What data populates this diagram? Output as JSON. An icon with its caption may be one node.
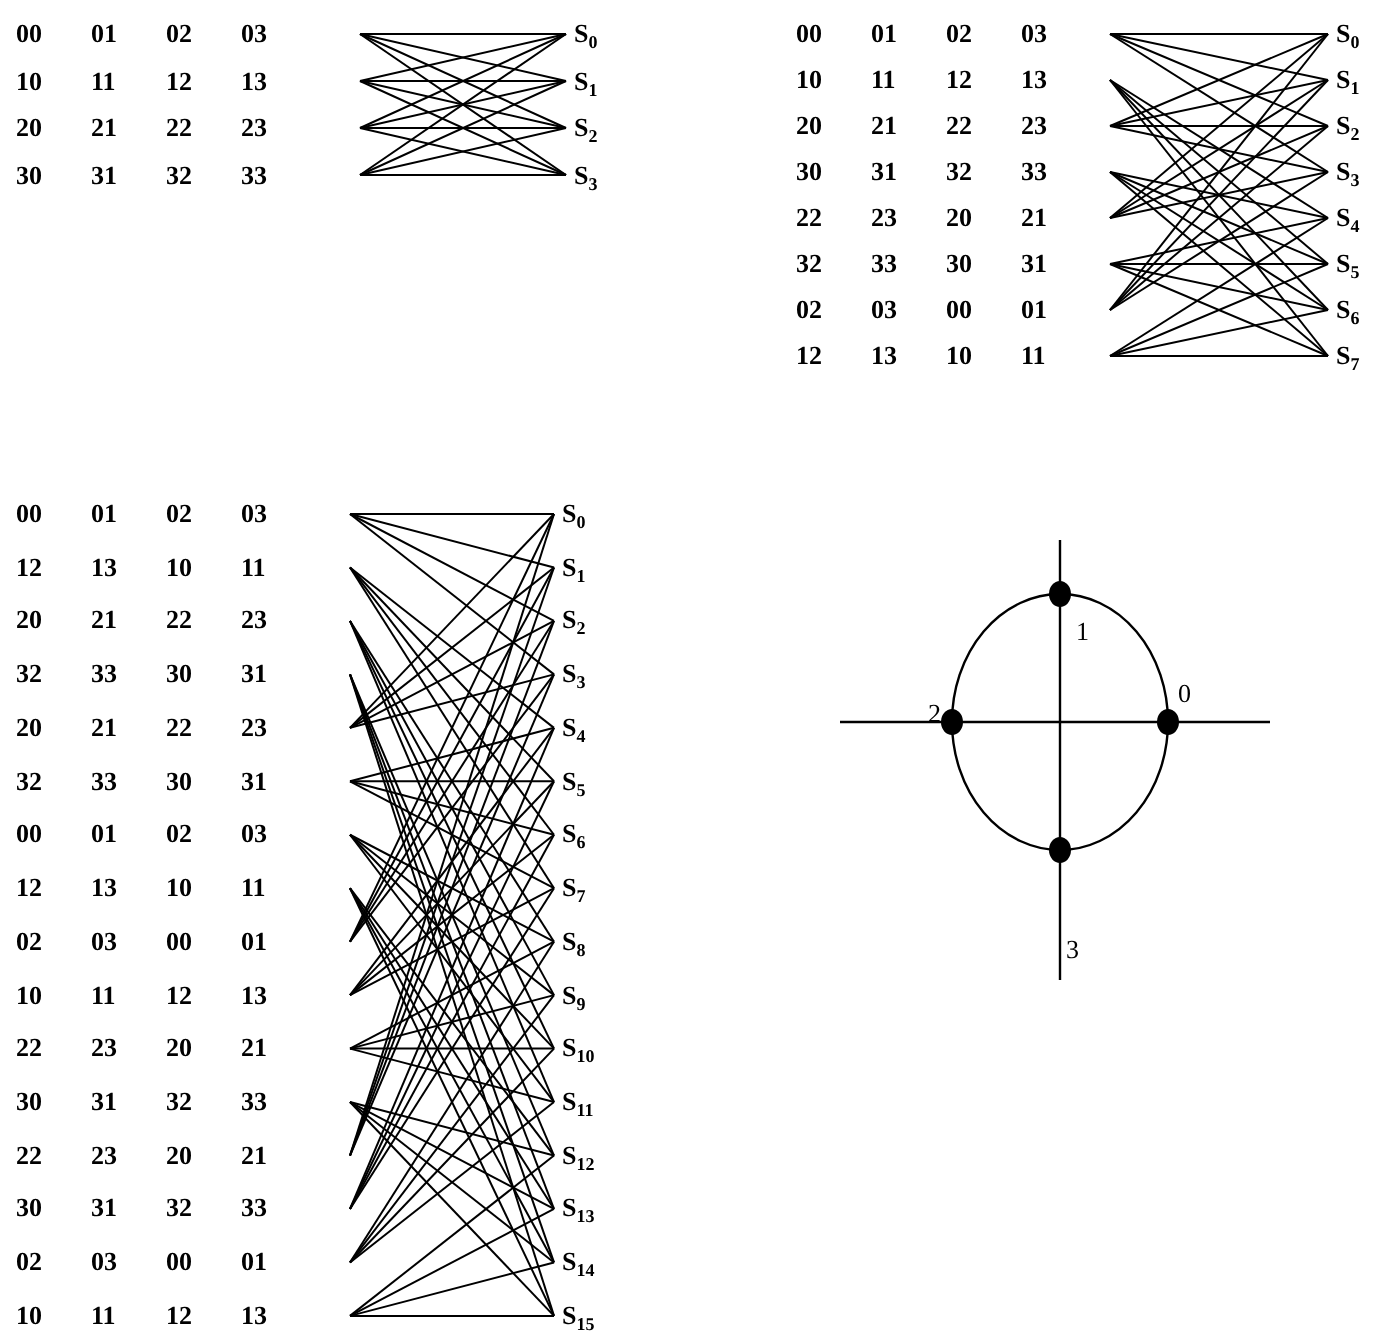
{
  "diagram": {
    "nodes": [
      {
        "text": [
          "00",
          "01",
          "02",
          "03"
        ]
      },
      {
        "text": [
          "10",
          "11",
          "12",
          "13"
        ]
      },
      {
        "text": [
          "20",
          "21",
          "22",
          "23"
        ]
      },
      {
        "text": [
          "30",
          "31",
          "32",
          "33"
        ]
      },
      {
        "text": [
          "S$_{0}$"
        ]
      },
      {
        "text": [
          "S$_{1}$"
        ]
      },
      {
        "text": [
          "S$_{2}$"
        ]
      },
      {
        "text": [
          "S$_{3}$"
        ]
      },
      {
        "text": [
          "00",
          "01",
          "02",
          "03"
        ]
      },
      {
        "text": [
          "10",
          "11",
          "12",
          "13"
        ]
      },
      {
        "text": [
          "20",
          "21",
          "22",
          "23"
        ]
      },
      {
        "text": [
          "30",
          "31",
          "32",
          "33"
        ]
      },
      {
        "text": [
          "22",
          "23",
          "20",
          "21"
        ]
      },
      {
        "text": [
          "32",
          "33",
          "30",
          "31"
        ]
      },
      {
        "text": [
          "02",
          "03",
          "00",
          "01"
        ]
      },
      {
        "text": [
          "12",
          "13",
          "10",
          "11"
        ]
      },
      {
        "text": [
          "S$_{0}$"
        ]
      },
      {
        "text": [
          "S$_{1}$"
        ]
      },
      {
        "text": [
          "S$_{2}$"
        ]
      },
      {
        "text": [
          "S$_{3}$"
        ]
      },
      {
        "text": [
          "S$_{4}$"
        ]
      },
      {
        "text": [
          "S$_{5}$"
        ]
      },
      {
        "text": [
          "S$_{6}$"
        ]
      },
      {
        "text": [
          "S$_{7}$"
        ]
      },
      {
        "text": [
          "00",
          "01",
          "02",
          "03"
        ]
      },
      {
        "text": [
          "12",
          "13",
          "10",
          "11"
        ]
      },
      {
        "text": [
          "20",
          "21",
          "22",
          "23"
        ]
      },
      {
        "text": [
          "32",
          "33",
          "30",
          "31"
        ]
      },
      {
        "text": [
          "20",
          "21",
          "22",
          "23"
        ]
      },
      {
        "text": [
          "32",
          "33",
          "30",
          "31"
        ]
      },
      {
        "text": [
          "00",
          "01",
          "02",
          "03"
        ]
      },
      {
        "text": [
          "12",
          "13",
          "10",
          "11"
        ]
      },
      {
        "text": [
          "02",
          "03",
          "00",
          "01"
        ]
      },
      {
        "text": [
          "10",
          "11",
          "12",
          "13"
        ]
      },
      {
        "text": [
          "22",
          "23",
          "20",
          "21"
        ]
      },
      {
        "text": [
          "30",
          "31",
          "32",
          "33"
        ]
      },
      {
        "text": [
          "22",
          "23",
          "20",
          "21"
        ]
      },
      {
        "text": [
          "30",
          "31",
          "32",
          "33"
        ]
      },
      {
        "text": [
          "02",
          "03",
          "00",
          "01"
        ]
      },
      {
        "text": [
          "10",
          "11",
          "12",
          "13"
        ]
      },
      {
        "text": [
          "S$_{0}$"
        ]
      },
      {
        "text": [
          "S$_{1}$"
        ]
      },
      {
        "text": [
          "S$_{2}$"
        ]
      },
      {
        "text": [
          "S$_{3}$"
        ]
      },
      {
        "text": [
          "S$_{4}$"
        ]
      },
      {
        "text": [
          "S$_{5}$"
        ]
      },
      {
        "text": [
          "S$_{6}$"
        ]
      },
      {
        "text": [
          "S$_{7}$"
        ]
      },
      {
        "text": [
          "S$_{8}$"
        ]
      },
      {
        "text": [
          "S$_{9}$"
        ]
      },
      {
        "text": [
          "S$_{10}$"
        ]
      },
      {
        "text": [
          "S$_{11}$"
        ]
      },
      {
        "text": [
          "S$_{12}$"
        ]
      },
      {
        "text": [
          "S$_{13}$"
        ]
      },
      {
        "text": [
          "S$_{14}$"
        ]
      },
      {
        "text": [
          "S$_{15}$"
        ]
      }
    ],
    "edges": [
      {
        "from": 0,
        "to": 4,
        "arrow": "none"
      },
      {
        "from": 0,
        "to": 5,
        "arrow": "none"
      },
      {
        "from": 0,
        "to": 6,
        "arrow": "none"
      },
      {
        "from": 0,
        "to": 7,
        "arrow": "none"
      },
      {
        "from": 1,
        "to": 4,
        "arrow": "none"
      },
      {
        "from": 1,
        "to": 5,
        "arrow": "none"
      },
      {
        "from": 1,
        "to": 6,
        "arrow": "none"
      },
      {
        "from": 1,
        "to": 7,
        "arrow": "none"
      },
      {
        "from": 2,
        "to": 4,
        "arrow": "none"
      },
      {
        "from": 2,
        "to": 5,
        "arrow": "none"
      },
      {
        "from": 2,
        "to": 6,
        "arrow": "none"
      },
      {
        "from": 2,
        "to": 7,
        "arrow": "none"
      },
      {
        "from": 3,
        "to": 4,
        "arrow": "none"
      },
      {
        "from": 3,
        "to": 5,
        "arrow": "none"
      },
      {
        "from": 3,
        "to": 6,
        "arrow": "none"
      },
      {
        "from": 3,
        "to": 7,
        "arrow": "none"
      },
      {
        "from": 8,
        "to": 16,
        "arrow": "none"
      },
      {
        "from": 8,
        "to": 17,
        "arrow": "none"
      },
      {
        "from": 8,
        "to": 18,
        "arrow": "none"
      },
      {
        "from": 8,
        "to": 19,
        "arrow": "none"
      },
      {
        "from": 9,
        "to": 20,
        "arrow": "none"
      },
      {
        "from": 9,
        "to": 21,
        "arrow": "none"
      },
      {
        "from": 9,
        "to": 22,
        "arrow": "none"
      },
      {
        "from": 9,
        "to": 23,
        "arrow": "none"
      },
      {
        "from": 10,
        "to": 16,
        "arrow": "none"
      },
      {
        "from": 10,
        "to": 17,
        "arrow": "none"
      },
      {
        "from": 10,
        "to": 18,
        "arrow": "none"
      },
      {
        "from": 10,
        "to": 19,
        "arrow": "none"
      },
      {
        "from": 11,
        "to": 20,
        "arrow": "none"
      },
      {
        "from": 11,
        "to": 21,
        "arrow": "none"
      },
      {
        "from": 11,
        "to": 22,
        "arrow": "none"
      },
      {
        "from": 11,
        "to": 23,
        "arrow": "none"
      },
      {
        "from": 12,
        "to": 16,
        "arrow": "none"
      },
      {
        "from": 12,
        "to": 17,
        "arrow": "none"
      },
      {
        "from": 12,
        "to": 18,
        "arrow": "none"
      },
      {
        "from": 12,
        "to": 19,
        "arrow": "none"
      },
      {
        "from": 13,
        "to": 20,
        "arrow": "none"
      },
      {
        "from": 13,
        "to": 21,
        "arrow": "none"
      },
      {
        "from": 13,
        "to": 22,
        "arrow": "none"
      },
      {
        "from": 13,
        "to": 23,
        "arrow": "none"
      },
      {
        "from": 14,
        "to": 16,
        "arrow": "none"
      },
      {
        "from": 14,
        "to": 17,
        "arrow": "none"
      },
      {
        "from": 14,
        "to": 18,
        "arrow": "none"
      },
      {
        "from": 14,
        "to": 19,
        "arrow": "none"
      },
      {
        "from": 15,
        "to": 20,
        "arrow": "none"
      },
      {
        "from": 15,
        "to": 21,
        "arrow": "none"
      },
      {
        "from": 15,
        "to": 22,
        "arrow": "none"
      },
      {
        "from": 15,
        "to": 23,
        "arrow": "none"
      },
      {
        "from": 24,
        "to": 40,
        "arrow": "none"
      },
      {
        "from": 24,
        "to": 41,
        "arrow": "none"
      },
      {
        "from": 24,
        "to": 42,
        "arrow": "none"
      },
      {
        "from": 24,
        "to": 43,
        "arrow": "none"
      },
      {
        "from": 25,
        "to": 44,
        "arrow": "none"
      },
      {
        "from": 25,
        "to": 45,
        "arrow": "none"
      },
      {
        "from": 25,
        "to": 46,
        "arrow": "none"
      },
      {
        "from": 25,
        "to": 47,
        "arrow": "none"
      },
      {
        "from": 26,
        "to": 48,
        "arrow": "none"
      },
      {
        "from": 26,
        "to": 49,
        "arrow": "none"
      },
      {
        "from": 26,
        "to": 50,
        "arrow": "none"
      },
      {
        "from": 26,
        "to": 51,
        "arrow": "none"
      },
      {
        "from": 27,
        "to": 52,
        "arrow": "none"
      },
      {
        "from": 27,
        "to": 53,
        "arrow": "none"
      },
      {
        "from": 27,
        "to": 54,
        "arrow": "none"
      },
      {
        "from": 27,
        "to": 55,
        "arrow": "none"
      },
      {
        "from": 28,
        "to": 40,
        "arrow": "none"
      },
      {
        "from": 28,
        "to": 41,
        "arrow": "none"
      },
      {
        "from": 28,
        "to": 42,
        "arrow": "none"
      },
      {
        "from": 28,
        "to": 43,
        "arrow": "none"
      },
      {
        "from": 29,
        "to": 44,
        "arrow": "none"
      },
      {
        "from": 29,
        "to": 45,
        "arrow": "none"
      },
      {
        "from": 29,
        "to": 46,
        "arrow": "none"
      },
      {
        "from": 29,
        "to": 47,
        "arrow": "none"
      },
      {
        "from": 30,
        "to": 48,
        "arrow": "none"
      },
      {
        "from": 30,
        "to": 49,
        "arrow": "none"
      },
      {
        "from": 30,
        "to": 50,
        "arrow": "none"
      },
      {
        "from": 30,
        "to": 51,
        "arrow": "none"
      },
      {
        "from": 31,
        "to": 52,
        "arrow": "none"
      },
      {
        "from": 31,
        "to": 53,
        "arrow": "none"
      },
      {
        "from": 31,
        "to": 54,
        "arrow": "none"
      },
      {
        "from": 31,
        "to": 55,
        "arrow": "none"
      },
      {
        "from": 32,
        "to": 40,
        "arrow": "none"
      },
      {
        "from": 32,
        "to": 41,
        "arrow": "none"
      },
      {
        "from": 32,
        "to": 42,
        "arrow": "none"
      },
      {
        "from": 32,
        "to": 43,
        "arrow": "none"
      },
      {
        "from": 33,
        "to": 44,
        "arrow": "none"
      },
      {
        "from": 33,
        "to": 45,
        "arrow": "none"
      },
      {
        "from": 33,
        "to": 46,
        "arrow": "none"
      },
      {
        "from": 33,
        "to": 47,
        "arrow": "none"
      },
      {
        "from": 34,
        "to": 48,
        "arrow": "none"
      },
      {
        "from": 34,
        "to": 49,
        "arrow": "none"
      },
      {
        "from": 34,
        "to": 50,
        "arrow": "none"
      },
      {
        "from": 34,
        "to": 51,
        "arrow": "none"
      },
      {
        "from": 35,
        "to": 52,
        "arrow": "none"
      },
      {
        "from": 35,
        "to": 53,
        "arrow": "none"
      },
      {
        "from": 35,
        "to": 54,
        "arrow": "none"
      },
      {
        "from": 35,
        "to": 55,
        "arrow": "none"
      },
      {
        "from": 36,
        "to": 40,
        "arrow": "none"
      },
      {
        "from": 36,
        "to": 41,
        "arrow": "none"
      },
      {
        "from": 36,
        "to": 42,
        "arrow": "none"
      },
      {
        "from": 36,
        "to": 43,
        "arrow": "none"
      },
      {
        "from": 37,
        "to": 44,
        "arrow": "none"
      },
      {
        "from": 37,
        "to": 45,
        "arrow": "none"
      },
      {
        "from": 37,
        "to": 46,
        "arrow": "none"
      },
      {
        "from": 37,
        "to": 47,
        "arrow": "none"
      },
      {
        "from": 38,
        "to": 48,
        "arrow": "none"
      },
      {
        "from": 38,
        "to": 49,
        "arrow": "none"
      },
      {
        "from": 38,
        "to": 50,
        "arrow": "none"
      },
      {
        "from": 38,
        "to": 51,
        "arrow": "none"
      },
      {
        "from": 39,
        "to": 52,
        "arrow": "none"
      },
      {
        "from": 39,
        "to": 53,
        "arrow": "none"
      },
      {
        "from": 39,
        "to": 54,
        "arrow": "none"
      },
      {
        "from": 39,
        "to": 55,
        "arrow": "none"
      }
    ],
    "labels": [
      "1",
      "2",
      "0",
      "3"
    ]
  }
}
